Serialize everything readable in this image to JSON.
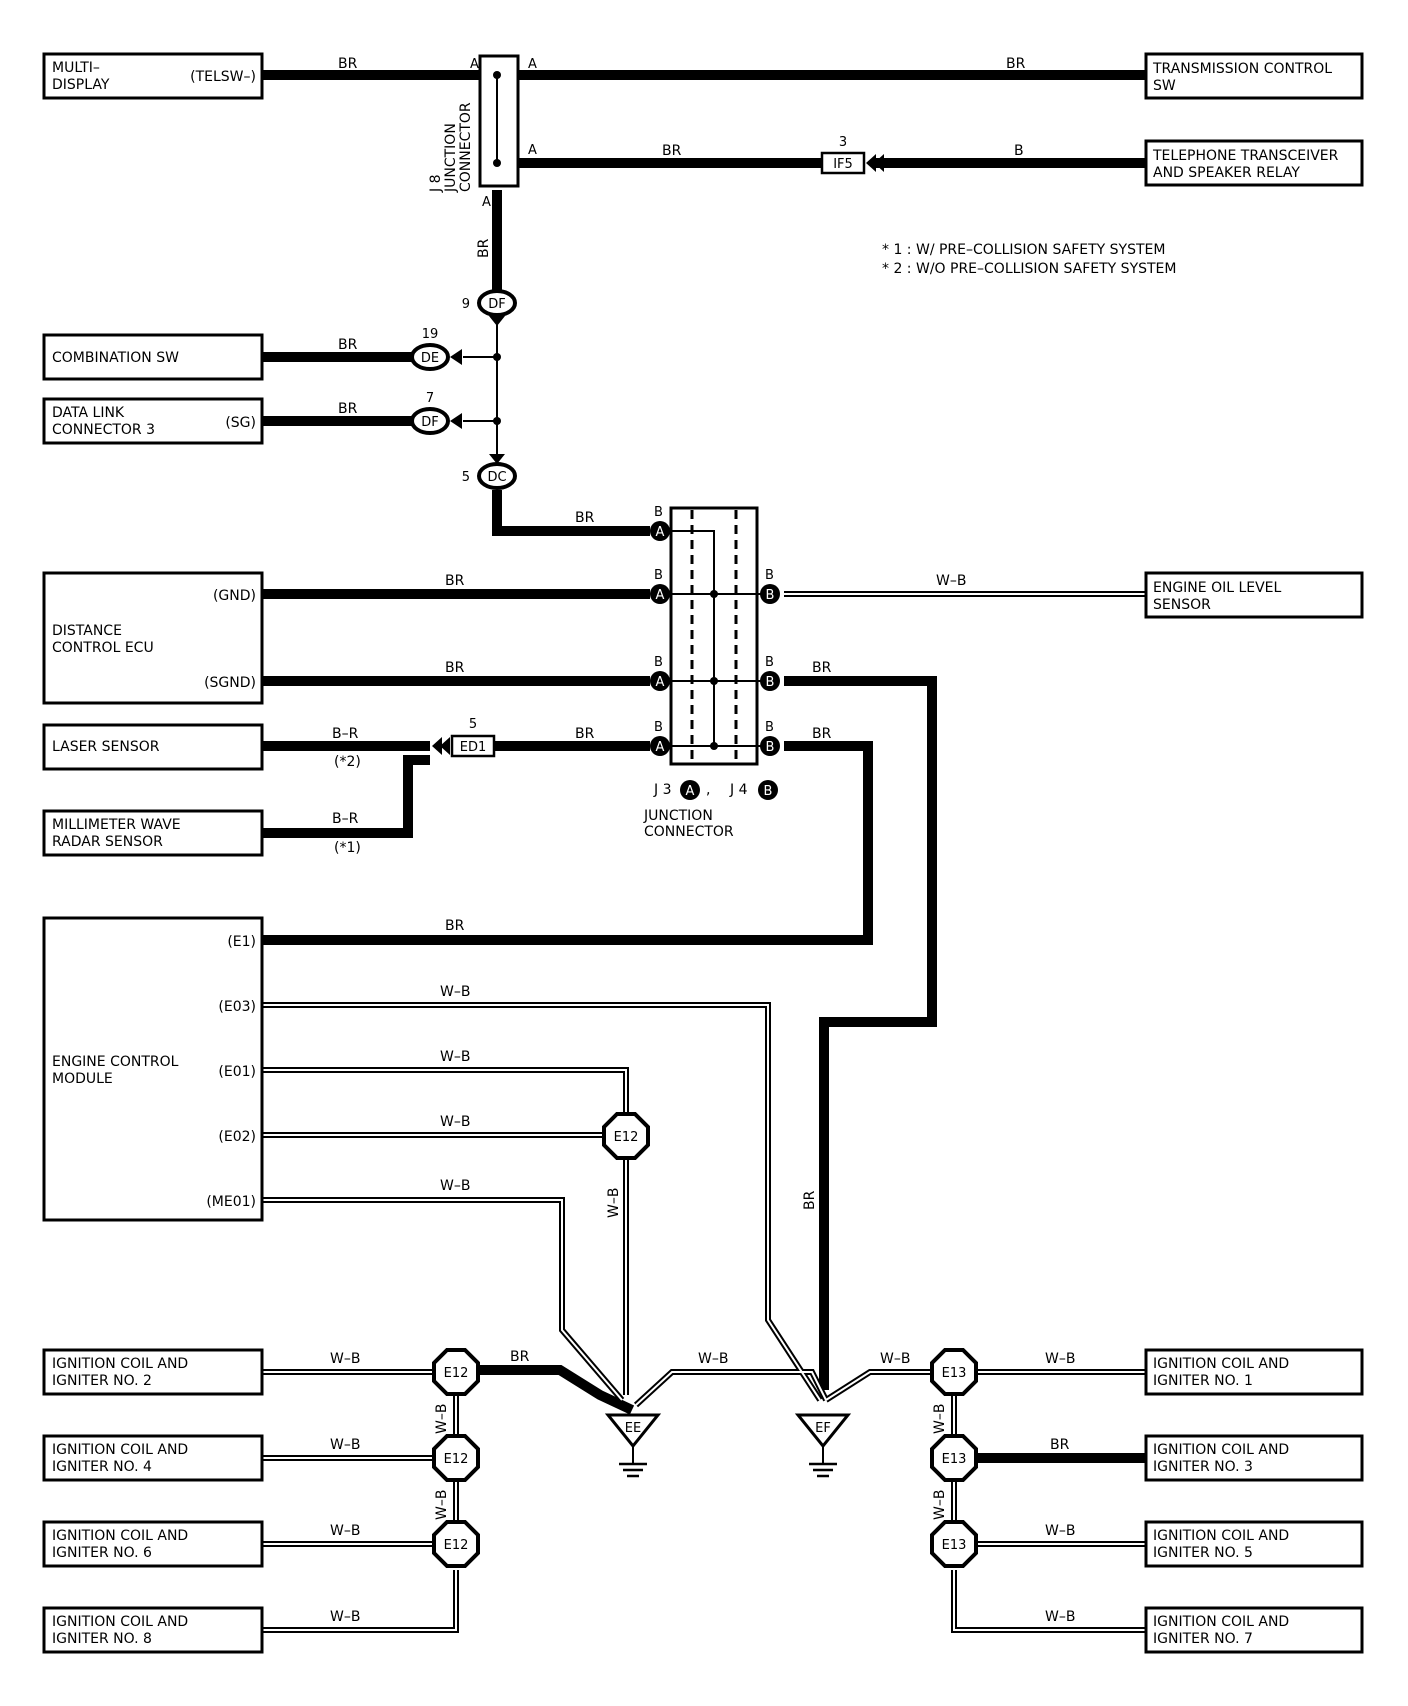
{
  "components": {
    "multi_display": {
      "line1": "MULTI–",
      "line2": "DISPLAY",
      "pin": "(TELSW–)"
    },
    "transmission_sw": {
      "line1": "TRANSMISSION CONTROL",
      "line2": "SW"
    },
    "telephone": {
      "line1": "TELEPHONE TRANSCEIVER",
      "line2": "AND SPEAKER RELAY"
    },
    "combination_sw": {
      "line1": "COMBINATION SW"
    },
    "data_link": {
      "line1": "DATA LINK",
      "line2": "CONNECTOR 3",
      "pin": "(SG)"
    },
    "distance_ecu": {
      "line1": "DISTANCE",
      "line2": "CONTROL ECU",
      "pin1": "(GND)",
      "pin2": "(SGND)"
    },
    "laser_sensor": {
      "line1": "LASER SENSOR"
    },
    "mmw_radar": {
      "line1": "MILLIMETER WAVE",
      "line2": "RADAR SENSOR"
    },
    "oil_level": {
      "line1": "ENGINE OIL LEVEL",
      "line2": "SENSOR"
    },
    "ecm": {
      "line1": "ENGINE CONTROL",
      "line2": "MODULE",
      "pins": [
        "(E1)",
        "(E03)",
        "(E01)",
        "(E02)",
        "(ME01)"
      ]
    },
    "coil2": {
      "line1": "IGNITION COIL AND",
      "line2": "IGNITER NO. 2"
    },
    "coil4": {
      "line1": "IGNITION COIL AND",
      "line2": "IGNITER NO. 4"
    },
    "coil6": {
      "line1": "IGNITION COIL AND",
      "line2": "IGNITER NO. 6"
    },
    "coil8": {
      "line1": "IGNITION COIL AND",
      "line2": "IGNITER NO. 8"
    },
    "coil1": {
      "line1": "IGNITION COIL AND",
      "line2": "IGNITER NO. 1"
    },
    "coil3": {
      "line1": "IGNITION COIL AND",
      "line2": "IGNITER NO. 3"
    },
    "coil5": {
      "line1": "IGNITION COIL AND",
      "line2": "IGNITER NO. 5"
    },
    "coil7": {
      "line1": "IGNITION COIL AND",
      "line2": "IGNITER NO. 7"
    }
  },
  "junction_j8": {
    "line1": "J 8",
    "line2": "JUNCTION",
    "line3": "CONNECTOR",
    "pin": "A"
  },
  "junction_j3j4": {
    "j3": "J 3",
    "j4": "J 4",
    "comma": ",",
    "a": "A",
    "b": "B",
    "line1": "JUNCTION",
    "line2": "CONNECTOR",
    "pin_b": "B"
  },
  "connectors": {
    "if5": {
      "name": "IF5",
      "pin": "3"
    },
    "df9": {
      "name": "DF",
      "pin": "9"
    },
    "de19": {
      "name": "DE",
      "pin": "19"
    },
    "df7": {
      "name": "DF",
      "pin": "7"
    },
    "dc5": {
      "name": "DC",
      "pin": "5"
    },
    "ed1": {
      "name": "ED1",
      "pin": "5"
    }
  },
  "splices": {
    "e12": "E12",
    "e13": "E13"
  },
  "grounds": {
    "ee": "EE",
    "ef": "EF"
  },
  "wire_colors": {
    "br": "BR",
    "b": "B",
    "wb": "W–B",
    "br_dash": "B–R"
  },
  "notes": {
    "note1": "* 1 : W/ PRE–COLLISION SAFETY SYSTEM",
    "note2": "* 2 : W/O PRE–COLLISION SAFETY SYSTEM",
    "star2": "(*2)",
    "star1": "(*1)"
  }
}
